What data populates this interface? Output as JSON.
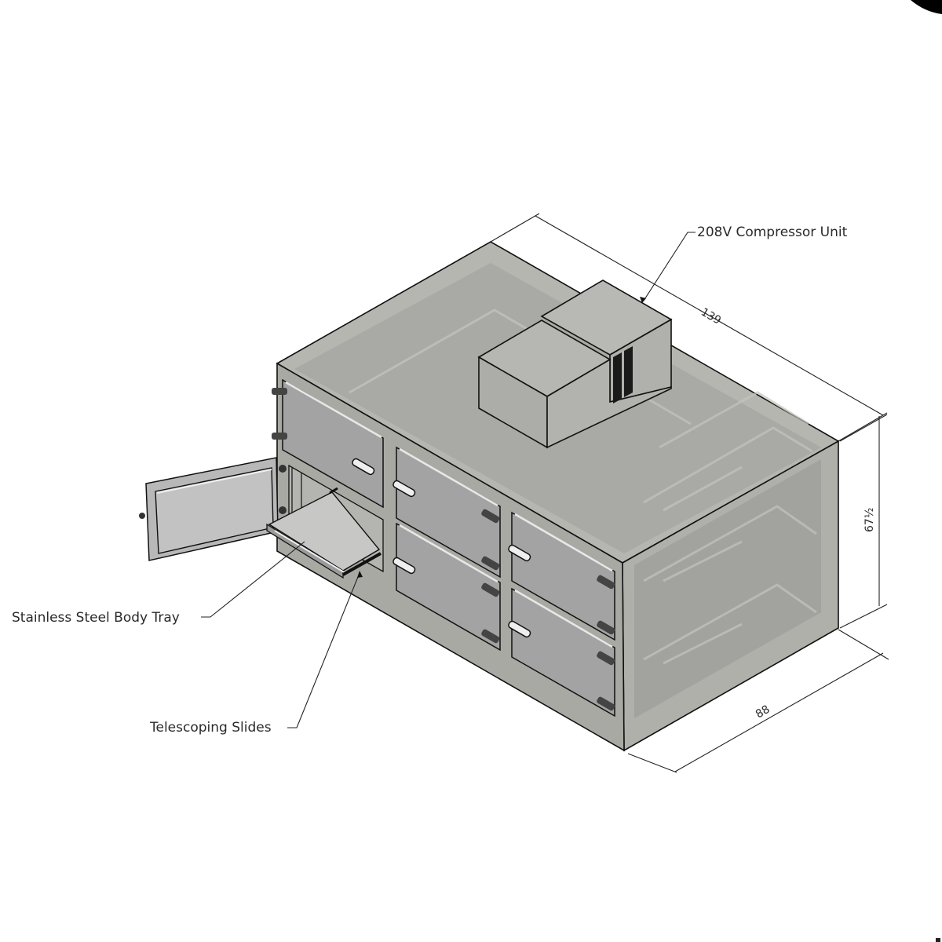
{
  "drawing": {
    "subject": "Six-door mortuary refrigerator, isometric view",
    "colors": {
      "body_top": "#b6b6b0",
      "body_front": "#a9a9a4",
      "body_right": "#b2b2ad",
      "interior": "#9f9f9b",
      "door": "#a3a3a3",
      "compressor": "#b4b4b0",
      "vent": "#1a1a1a",
      "line": "#111111",
      "text": "#2a2a2a",
      "corner_blob": "#000000"
    },
    "callouts": [
      {
        "id": "compressor",
        "label": "208V Compressor Unit"
      },
      {
        "id": "tray",
        "label": "Stainless Steel Body Tray"
      },
      {
        "id": "slides",
        "label": "Telescoping Slides"
      }
    ],
    "dimensions": {
      "length": "139",
      "height": "67½",
      "depth": "88"
    },
    "doors": {
      "count": 6,
      "open_door_count": 1
    }
  }
}
